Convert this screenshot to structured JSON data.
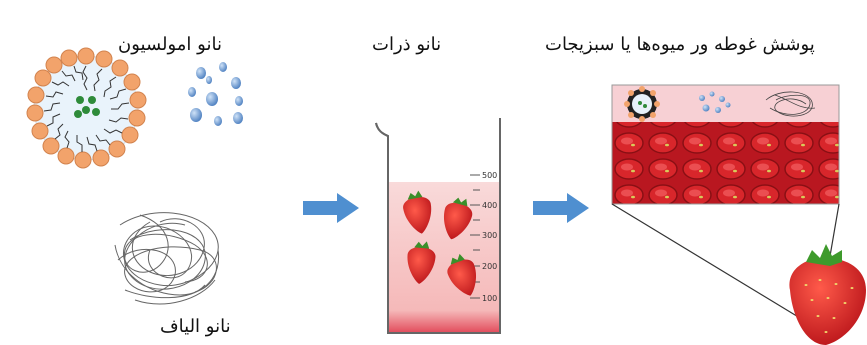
{
  "labels": {
    "nanoemulsion": "نانو امولسیون",
    "nanoparticles": "نانو ذرات",
    "coating": "پوشش غوطه ور میوه‌ها یا سبزیجات",
    "nanofibers": "نانو الیاف"
  },
  "beaker": {
    "scale": [
      "500",
      "400",
      "300",
      "200",
      "100"
    ]
  },
  "colors": {
    "lipid_head": "#f2a36b",
    "core_dot": "#2e8b3a",
    "droplet": "#6e9fd6",
    "arrow": "#4f8fd0",
    "liquid": "#f7c7c7",
    "strawberry": "#d92323"
  }
}
